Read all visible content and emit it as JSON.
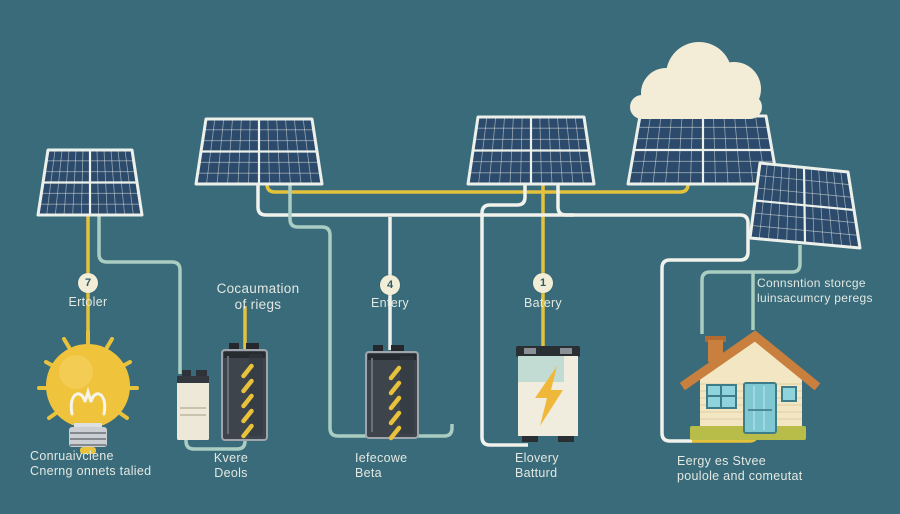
{
  "diagram": {
    "badges": [
      {
        "number": "7",
        "label": "Ertoler"
      },
      {
        "number": "4",
        "label": "Entery"
      },
      {
        "number": "1",
        "label": "Batery"
      }
    ],
    "annotations": {
      "consumption": {
        "line1": "Cocaumation",
        "line2": "of riegs"
      },
      "storage": {
        "line1": "Connsntion storcge",
        "line2": "luinsacumcry peregs"
      }
    },
    "captions": {
      "bulb": {
        "line1": "Conruaivclene",
        "line2": "Cnerng onnets talied"
      },
      "batteries": {
        "line1": "Kvere",
        "line2": "Deols"
      },
      "battery_mid": {
        "line1": "Iefecowe",
        "line2": "Beta"
      },
      "battery_storage": {
        "line1": "Elovery",
        "line2": "Batturd"
      },
      "house": {
        "line1": "Eergy es Stvee",
        "line2": "poulole and comeutat"
      }
    },
    "icons": [
      "solar-panel-icon",
      "cloud-icon",
      "light-bulb-icon",
      "battery-small-icon",
      "battery-dark-icon",
      "battery-mid-icon",
      "storage-battery-icon",
      "house-icon"
    ],
    "palette": {
      "background": "#396B7A",
      "panel_cell": "#2C4A6B",
      "panel_frame": "#ECF0EA",
      "wire_yellow": "#E5C23C",
      "wire_white": "#F1F2EC",
      "wire_teal": "#A9CDC1",
      "cloud": "#F3EDD8",
      "bulb": "#F0C33C",
      "ray": "#E9C23B",
      "battery_dark": "#3E444B",
      "battery_cream": "#EDE8D8",
      "bolt": "#F0B83A",
      "house_wall": "#F3E7C3",
      "house_roof": "#C97F3D",
      "house_door": "#7FC8D2",
      "house_window": "#8FD4DC",
      "house_trim": "#3E7C8A",
      "house_base": "#B8BC49",
      "text": "#E3E8E2",
      "badge_bg": "#F2EDD6",
      "badge_text": "#2F5967"
    }
  }
}
